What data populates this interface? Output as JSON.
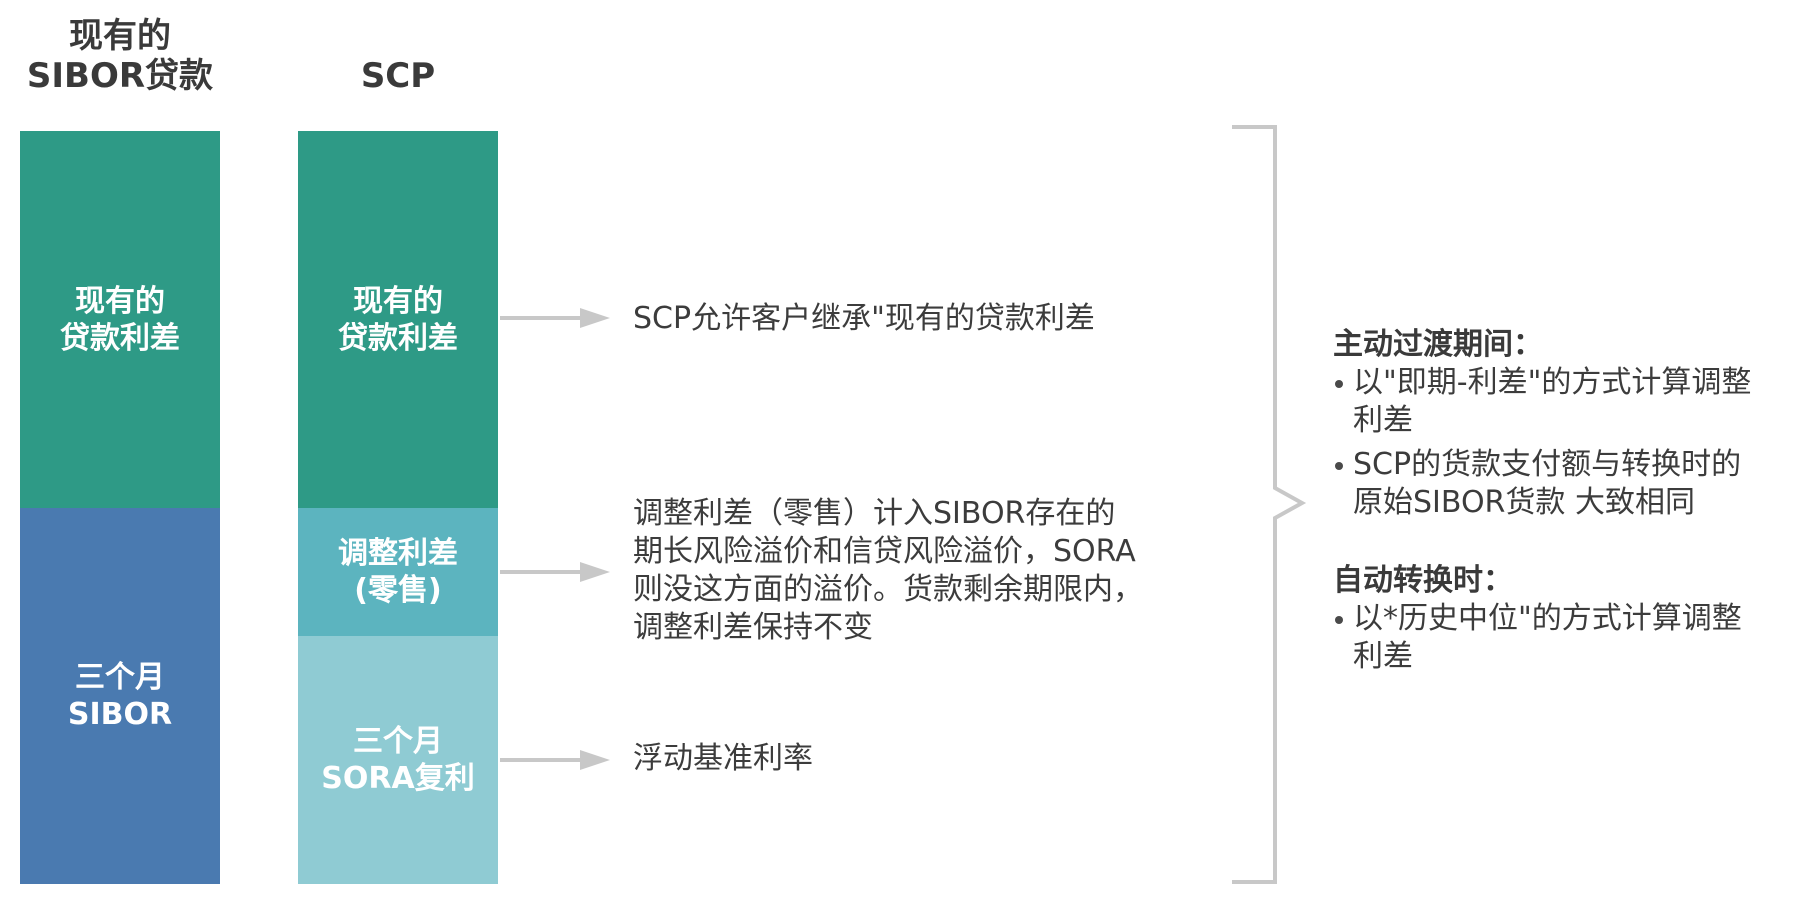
{
  "columns": {
    "existing": {
      "header": [
        "现有的",
        "SIBOR贷款"
      ],
      "blocks": [
        {
          "lines": [
            "现有的",
            "贷款利差"
          ],
          "color": "#2e9a86"
        },
        {
          "lines": [
            "三个月",
            "SIBOR"
          ],
          "color": "#4a7ab0"
        }
      ]
    },
    "scp": {
      "header": [
        "SCP"
      ],
      "blocks": [
        {
          "lines": [
            "现有的",
            "贷款利差"
          ],
          "color": "#2e9a86"
        },
        {
          "lines": [
            "调整利差",
            "(零售)"
          ],
          "color": "#5cb4bf"
        },
        {
          "lines": [
            "三个月",
            "SORA复利"
          ],
          "color": "#8fcbd3"
        }
      ]
    }
  },
  "descriptions": [
    {
      "lines": [
        "SCP允许客户继承\"现有的贷款利差"
      ]
    },
    {
      "lines": [
        "调整利差（零售）计入SIBOR存在的",
        "期长风险溢价和信贷风险溢价，SORA",
        "则没这方面的溢价。货款剩余期限内，",
        "调整利差保持不变"
      ]
    },
    {
      "lines": [
        "浮动基准利率"
      ]
    }
  ],
  "side": {
    "active": {
      "title": "主动过渡期间：",
      "items": [
        [
          "以\"即期-利差\"的方式计算调整",
          "利差"
        ],
        [
          "SCP的货款支付额与转换时的",
          "原始SIBOR货款 大致相同"
        ]
      ]
    },
    "auto": {
      "title": "自动转换时：",
      "items": [
        [
          "以*历史中位\"的方式计算调整",
          "利差"
        ]
      ]
    }
  },
  "colors": {
    "arrow": "#c8c8c8",
    "bracket": "#c8c8c8"
  }
}
